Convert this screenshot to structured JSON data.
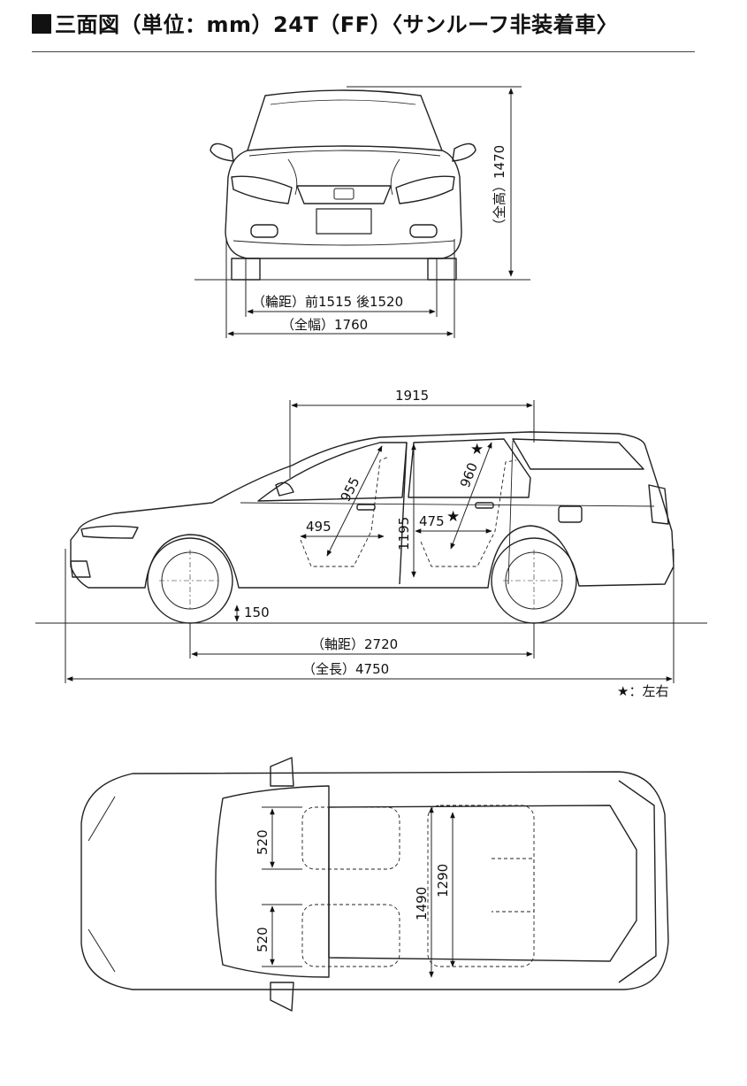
{
  "title": "三面図（単位：mm）24T（FF）〈サンルーフ非装着車〉",
  "front_view": {
    "height_label": "（全高）1470",
    "tread_label": "（輪距）前1515 後1520",
    "width_label": "（全幅）1760"
  },
  "side_view": {
    "roof_length": "1915",
    "front_headroom": "955",
    "rear_headroom": "960",
    "front_seat_depth": "495",
    "rear_seat_depth": "475",
    "interior_height": "1195",
    "ground_clearance": "150",
    "wheelbase_label": "（軸距）2720",
    "length_label": "（全長）4750",
    "star": "★"
  },
  "top_view": {
    "front_seat_width_1": "520",
    "front_seat_width_2": "520",
    "front_interior_width": "1490",
    "rear_interior_width": "1290"
  },
  "legend_note": "★：左右"
}
